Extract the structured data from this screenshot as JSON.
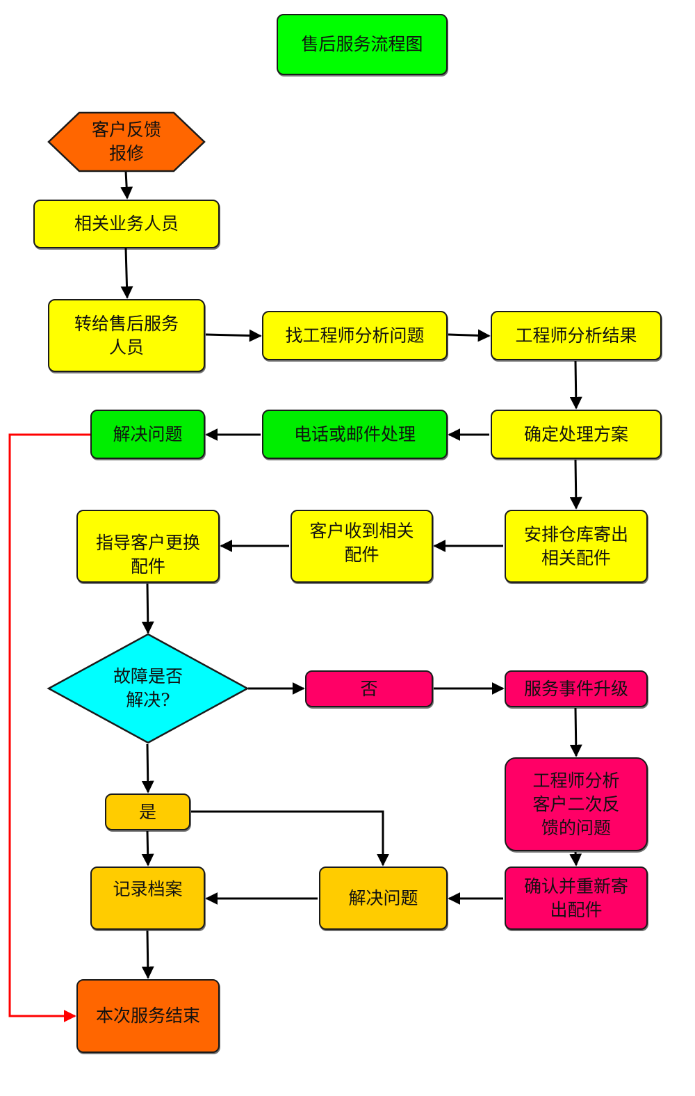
{
  "colors": {
    "title_green": "#00ff00",
    "start_orange": "#ff6600",
    "process_yellow": "#ffff00",
    "phone_green": "#00ee00",
    "decision_cyan": "#00ffff",
    "escalation_pink": "#ff0066",
    "gold": "#ffcc00",
    "end_orange": "#ff6600",
    "edge_black": "#000000",
    "edge_red": "#ff0000"
  },
  "title": "售后服务流程图",
  "nodes": {
    "start": "客户反馈\n报修",
    "business_staff": "相关业务人员",
    "transfer_after_sales": "转给售后服务\n人员",
    "find_engineer": "找工程师分析问题",
    "engineer_result": "工程师分析结果",
    "determine_plan": "确定处理方案",
    "phone_email": "电话或邮件处理",
    "resolve_green": "解决问题",
    "warehouse_ship": "安排仓库寄出\n相关配件",
    "customer_receive": "客户收到相关\n配件",
    "guide_replace": "指导客户更换\n配件",
    "decision": "故障是否\n解决?",
    "no": "否",
    "escalate": "服务事件升级",
    "engineer_second": "工程师分析\n客户二次反\n馈的问题",
    "yes": "是",
    "confirm_reship": "确认并重新寄\n出配件",
    "resolve_gold": "解决问题",
    "record_archive": "记录档案",
    "end": "本次服务结束"
  },
  "edges": [
    {
      "from": "start",
      "to": "business_staff"
    },
    {
      "from": "business_staff",
      "to": "transfer_after_sales"
    },
    {
      "from": "transfer_after_sales",
      "to": "find_engineer"
    },
    {
      "from": "find_engineer",
      "to": "engineer_result"
    },
    {
      "from": "engineer_result",
      "to": "determine_plan"
    },
    {
      "from": "determine_plan",
      "to": "phone_email"
    },
    {
      "from": "phone_email",
      "to": "resolve_green"
    },
    {
      "from": "resolve_green",
      "to": "end",
      "color": "red"
    },
    {
      "from": "determine_plan",
      "to": "warehouse_ship"
    },
    {
      "from": "warehouse_ship",
      "to": "customer_receive"
    },
    {
      "from": "customer_receive",
      "to": "guide_replace"
    },
    {
      "from": "guide_replace",
      "to": "decision"
    },
    {
      "from": "decision",
      "to": "no"
    },
    {
      "from": "no",
      "to": "escalate"
    },
    {
      "from": "escalate",
      "to": "engineer_second"
    },
    {
      "from": "engineer_second",
      "to": "confirm_reship"
    },
    {
      "from": "confirm_reship",
      "to": "resolve_gold"
    },
    {
      "from": "resolve_gold",
      "to": "record_archive"
    },
    {
      "from": "decision",
      "to": "yes"
    },
    {
      "from": "yes",
      "to": "record_archive"
    },
    {
      "from": "yes",
      "to": "resolve_gold"
    },
    {
      "from": "record_archive",
      "to": "end"
    }
  ]
}
